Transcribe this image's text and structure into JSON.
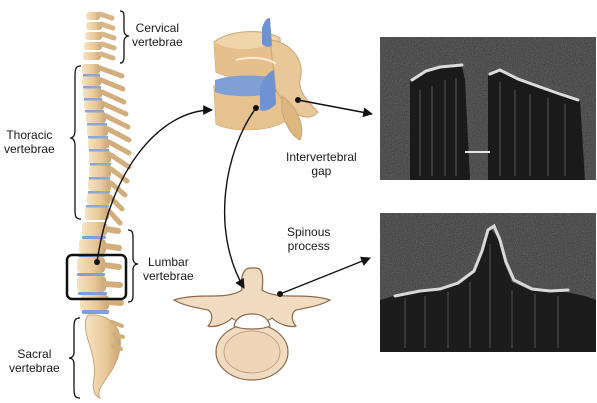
{
  "labels": {
    "cervical": "Cervical\nvertebrae",
    "thoracic": "Thoracic\nvertebrae",
    "lumbar": "Lumbar\nvertebrae",
    "sacral": "Sacral\nvertebrae",
    "intervertebral_gap": "Intervertebral\ngap",
    "spinous_process": "Spinous\nprocess"
  },
  "colors": {
    "bone": "#eed2a6",
    "bone_shadow": "#c9a474",
    "disc": "#7f9fd6",
    "ultrasound_bg": "#2b2b2b",
    "ultrasound_echo": "#d9d9d9",
    "arrow": "#111111",
    "box": "#111111"
  }
}
